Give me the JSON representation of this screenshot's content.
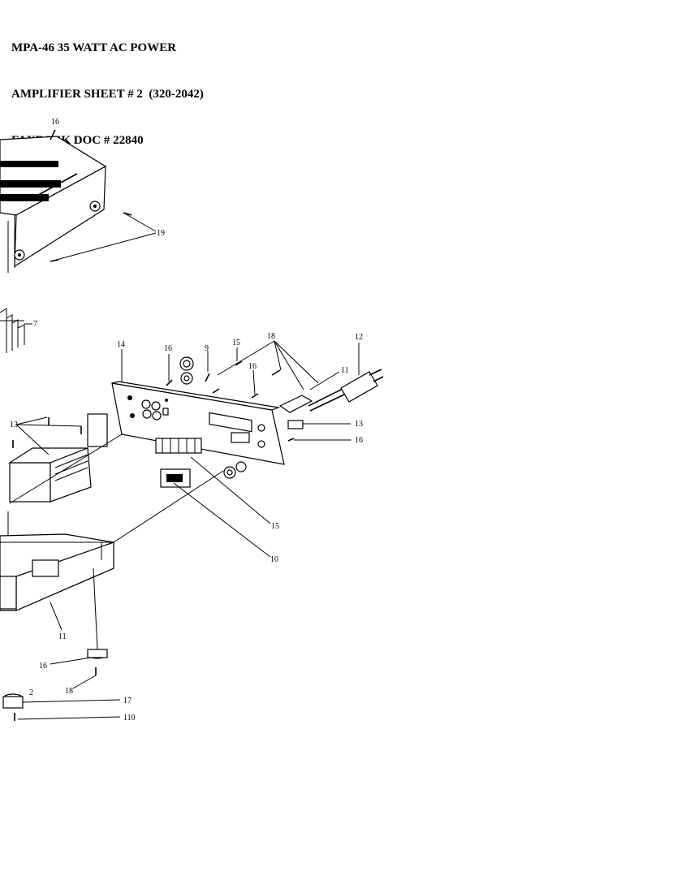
{
  "header": {
    "line1": "MPA-46 35 WATT AC POWER",
    "line2": "AMPLIFIER SHEET # 2  (320-2042)",
    "line3": "FAXBACK DOC # 22840"
  },
  "callouts": {
    "c16_top": "16",
    "c19": "19",
    "c7": "7",
    "c14": "14",
    "c16_panel_a": "16",
    "c9": "9",
    "c15_top": "15",
    "c16_panel_b": "16",
    "c18_top": "18",
    "c12": "12",
    "c11_cord": "11",
    "c13_left": "13",
    "c13_right": "13",
    "c16_right": "16",
    "c15_lower": "15",
    "c10": "10",
    "c11_bottom": "11",
    "c16_bottom": "16",
    "c18_bottom": "18",
    "c2": "2",
    "c17": "17",
    "c110": "110"
  }
}
